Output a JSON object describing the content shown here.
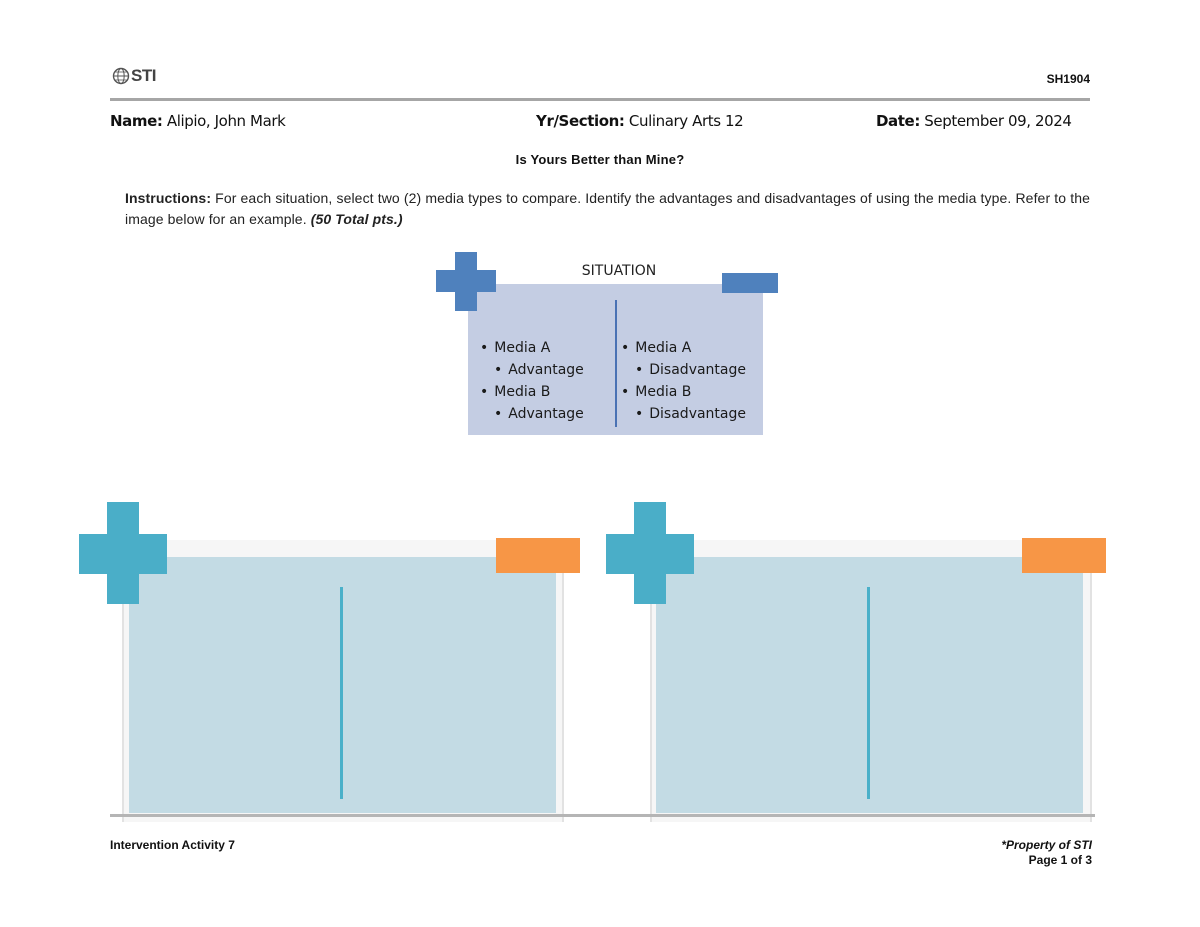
{
  "header": {
    "logo_text": "STI",
    "logo_icon": "sti-globe-icon",
    "doc_code": "SH1904"
  },
  "info": {
    "name_label": "Name:",
    "name_value": " Alipio, John Mark",
    "section_label": "Yr/Section:",
    "section_value": " Culinary Arts 12",
    "date_label": "Date:",
    "date_value": " September 09, 2024"
  },
  "title": "Is Yours Better than Mine?",
  "instructions": {
    "label": "Instructions:",
    "text": " For each situation, select two (2) media types to compare. Identify the advantages and disadvantages of using the media type. Refer to the image below for an example. ",
    "points": "(50 Total pts.)"
  },
  "example": {
    "title": "SITUATION",
    "left": [
      {
        "media": "Media A",
        "point": "Advantage"
      },
      {
        "media": "Media  B",
        "point": "Advantage"
      }
    ],
    "right": [
      {
        "media": "Media A",
        "point": "Disadvantage"
      },
      {
        "media": "Media B",
        "point": "Disadvantage"
      }
    ],
    "colors": {
      "accent": "#4f81bd",
      "panel": "#c4cde3"
    }
  },
  "cards": {
    "colors": {
      "plus": "#4aaec8",
      "minus": "#f79646",
      "panel": "#c3dbe4",
      "divider": "#4ab0c9"
    }
  },
  "footer": {
    "activity": "Intervention Activity 7",
    "property": "*Property of STI",
    "page": "Page 1 of 3"
  }
}
